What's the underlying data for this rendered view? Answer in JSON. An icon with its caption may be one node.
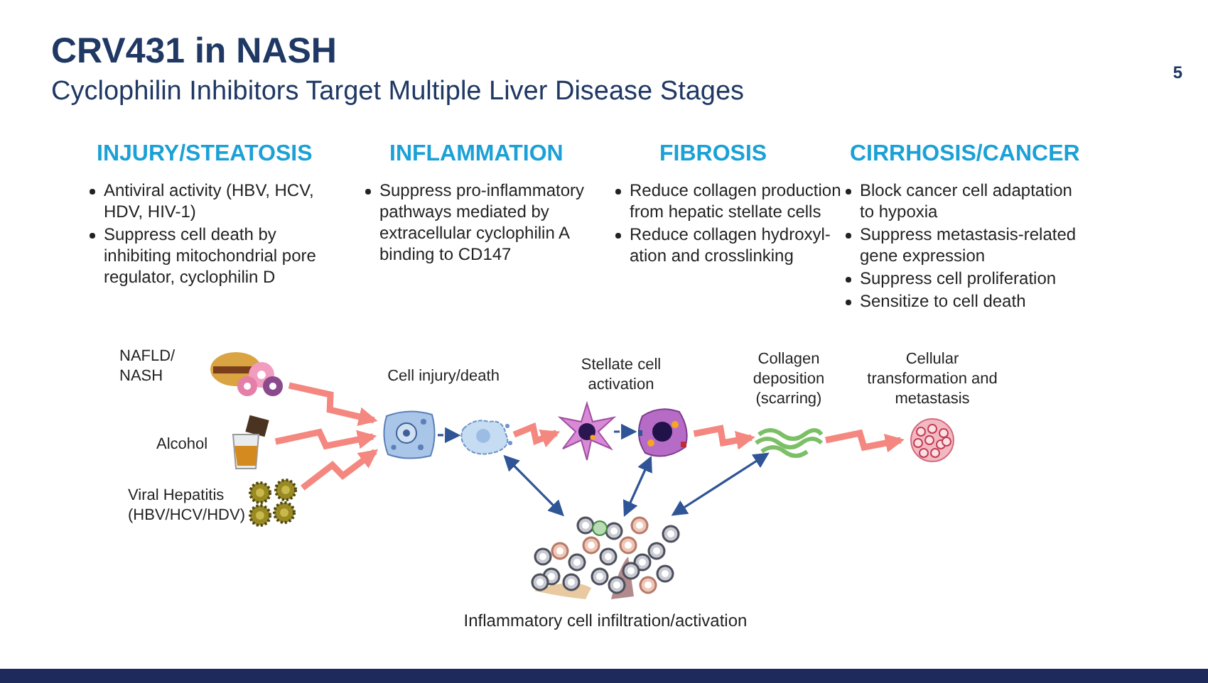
{
  "diagram": {
    "title": "CRV431 in NASH",
    "nodes": [
      {
        "text": [],
        "shape": "picture",
        "beside": [
          "NAFLD/ NASH"
        ]
      },
      {
        "text": [],
        "shape": "picture",
        "beside": [
          "Alcohol"
        ]
      },
      {
        "text": [],
        "shape": "picture",
        "beside": [
          "Viral Hepatitis (HBV/HCV/HDV)"
        ]
      },
      {
        "text": [],
        "shape": "picture"
      },
      {
        "text": [],
        "shape": "picture"
      },
      {
        "text": [],
        "shape": "picture"
      },
      {
        "text": [],
        "shape": "picture"
      },
      {
        "text": [],
        "shape": "picture",
        "beside": [
          "Collagen deposition (scarring)"
        ]
      },
      {
        "text": [],
        "shape": "picture",
        "beside": [
          "Cellular transformation and metastasis"
        ]
      },
      {
        "text": [],
        "shape": "picture",
        "beside": [
          "Inflammatory cell infiltration/activation"
        ]
      }
    ],
    "edges": [
      {
        "from": 0,
        "to": 3,
        "arrow": "to"
      },
      {
        "from": 1,
        "to": 3,
        "arrow": "to"
      },
      {
        "from": 2,
        "to": 3,
        "arrow": "to"
      },
      {
        "from": 3,
        "to": 4,
        "arrow": "to",
        "style": "dashed",
        "color": "#2f5597"
      },
      {
        "from": 4,
        "to": 5,
        "arrow": "to"
      },
      {
        "from": 5,
        "to": 6,
        "arrow": "to",
        "style": "dashed",
        "color": "#2f5597"
      },
      {
        "from": 6,
        "to": 7,
        "arrow": "to"
      },
      {
        "from": 7,
        "to": 8,
        "arrow": "to"
      },
      {
        "from": 9,
        "to": 4,
        "arrow": "both",
        "color": "#2f5597"
      },
      {
        "from": 9,
        "to": 6,
        "arrow": "both",
        "color": "#2f5597"
      },
      {
        "from": 9,
        "to": 7,
        "arrow": "both",
        "color": "#2f5597"
      }
    ],
    "labels": [
      "Cyclophilin Inhibitors Target Multiple Liver Disease Stages",
      "5",
      "INJURY/STEATOSIS",
      "Antiviral activity (HBV, HCV, HDV, HIV-1)",
      "Suppress cell death by inhibiting mitochondrial pore regulator, cyclophilin D",
      "INFLAMMATION",
      "Suppress pro-inflammatory pathways mediated by extracellular cyclophilin A binding to CD147",
      "FIBROSIS",
      "Reduce collagen production from hepatic stellate cells",
      "Reduce collagen hydroxyl- ation and crosslinking",
      "CIRRHOSIS/CANCER",
      "Block cancer cell adaptation to hypoxia",
      "Suppress metastasis-related gene expression",
      "Suppress cell proliferation",
      "Sensitize to cell death",
      "Cell injury/death",
      "Stellate cell activation"
    ]
  }
}
